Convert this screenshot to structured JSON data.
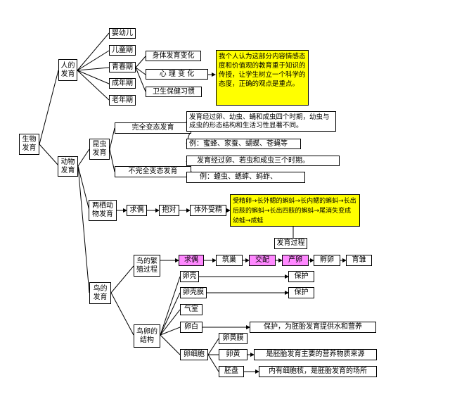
{
  "root": "生物发育",
  "human": {
    "label": "人的发育",
    "stages": [
      "婴幼儿",
      "儿童期",
      "青春期",
      "成年期",
      "老年期"
    ],
    "puberty_topics": [
      "身体发育变化",
      "心 理 变 化",
      "卫生保健习惯"
    ],
    "note": "我个人认为这部分内容情感态度和价值观的教育重于知识的传授，让学生树立一个科学的态度，正确的观点是重点。"
  },
  "animal": {
    "label": "动物发育",
    "insect": {
      "label": "昆虫发育",
      "complete": {
        "label": "完全变态发育",
        "desc": "发育经过卵、幼虫、蛹和成虫四个时期，幼虫与成虫的形态结构和生活习性显著不同。",
        "examples": "例：蜜蜂、家蚕、蝴蝶、苍蝇等"
      },
      "incomplete": {
        "label": "不完全变态发育",
        "desc": "发育经过卵、若虫和成虫三个时期。",
        "examples": "例：蝗虫、蟋蟀、蚂蚱、"
      }
    },
    "amphibian": {
      "label": "两栖动物发育",
      "chain": [
        "求偶",
        "抱对",
        "体外受精"
      ],
      "process": "受精卵→长外鳃的蝌蚪→长内鳃的蝌蚪→长出后肢的蝌蚪→长出四肢的蝌蚪→尾消失变成幼蛙→成蛙",
      "process_label": "发育过程"
    },
    "bird": {
      "label": "鸟的发育",
      "breeding": {
        "label": "鸟的繁殖过程",
        "steps": [
          "求偶",
          "筑巢",
          "交配",
          "产卵",
          "孵卵",
          "育雏"
        ]
      },
      "egg": {
        "label": "鸟卵的结构",
        "parts": {
          "shell": "卵壳",
          "membrane": "卵壳膜",
          "air": "气室",
          "white": "卵白",
          "cell": "卵细胞",
          "yolk_membrane": "卵黄膜",
          "yolk": "卵黄",
          "disc": "胚盘"
        },
        "functions": {
          "shell": "保护",
          "membrane": "保护",
          "white": "保护，为胚胎发育提供水和营养",
          "yolk": "是胚胎发育主要的营养物质来源",
          "disc": "内有细胞核，是胚胎发育的场所"
        }
      }
    }
  },
  "colors": {
    "note_bg": "#ffff00",
    "highlight_bg": "#ff88ff",
    "line": "#000000"
  }
}
